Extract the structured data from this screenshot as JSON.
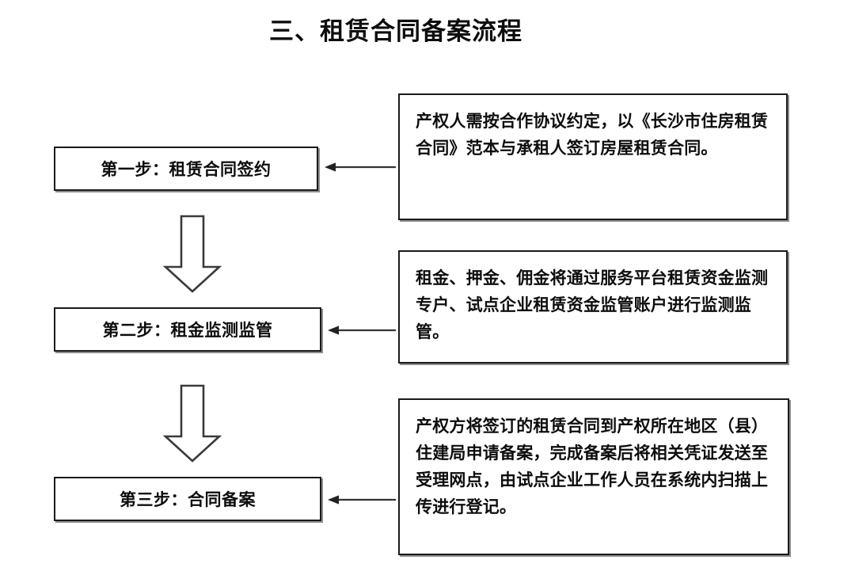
{
  "document": {
    "title": "三、租赁合同备案流程",
    "background_color": "#ffffff",
    "text_color": "#0d0d0d",
    "border_color": "#1a1a1a",
    "shadow_color": "#8d8d8d"
  },
  "flow": {
    "steps": [
      {
        "id": "step-1",
        "label": "第一步：租赁合同签约",
        "description": "产权人需按合作协议约定，以《长沙市住房租赁合同》范本与承租人签订房屋租赁合同。"
      },
      {
        "id": "step-2",
        "label": "第二步：租金监测监管",
        "description": "租金、押金、佣金将通过服务平台租赁资金监测专户、试点企业租赁资金监管账户进行监测监管。"
      },
      {
        "id": "step-3",
        "label": "第三步：合同备案",
        "description": "产权方将签订的租赁合同到产权所在地区（县）住建局申请备案，完成备案后将相关凭证发送至受理网点，由试点企业工作人员在系统内扫描上传进行登记。"
      }
    ],
    "connectors": {
      "horizontal_arrow_direction": "left",
      "vertical_arrow_direction": "down",
      "vertical_arrow_count": 2,
      "horizontal_arrow_count": 3
    }
  }
}
